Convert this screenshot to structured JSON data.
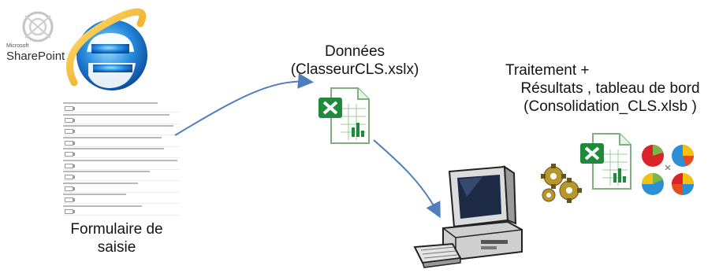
{
  "labels": {
    "donnees_title": "Données",
    "donnees_file": "(ClasseurCLS.xslx)",
    "traitement_title": "Traitement +",
    "traitement_results": "Résultats , tableau de bord",
    "traitement_file": "(Consolidation_CLS.xlsb )",
    "formulaire_line1": "Formulaire de",
    "formulaire_line2": "saisie"
  },
  "logos": {
    "sharepoint_small": "Microsoft",
    "sharepoint_name": "SharePoint"
  },
  "colors": {
    "arrow": "#4f7dbd",
    "excel_green": "#1f8a3c",
    "ie_blue": "#1a73c9",
    "ie_ring": "#f5b21a"
  },
  "icons": [
    "sharepoint-logo",
    "internet-explorer-icon",
    "excel-file-icon",
    "computer-icon",
    "gears-icon",
    "pie-charts-icon"
  ]
}
